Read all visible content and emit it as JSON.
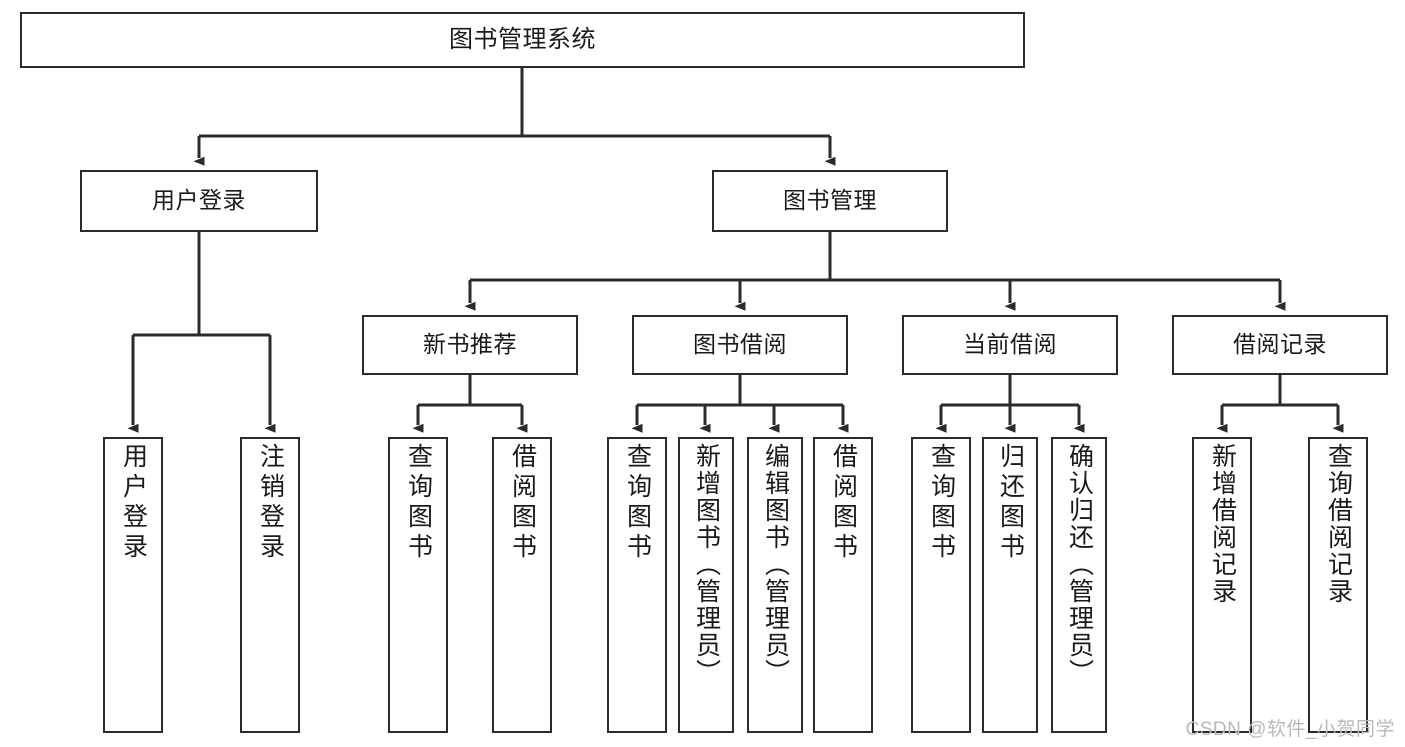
{
  "diagram": {
    "title": "图书管理系统",
    "type": "tree-hierarchy-diagram",
    "line_color": "#2b2b2b",
    "box_fill": "#ffffff",
    "text_color": "#1a1a1a"
  },
  "root": {
    "label": "图书管理系统"
  },
  "level1": [
    {
      "label": "用户登录"
    },
    {
      "label": "图书管理"
    }
  ],
  "level2": [
    {
      "label": "新书推荐"
    },
    {
      "label": "图书借阅"
    },
    {
      "label": "当前借阅"
    },
    {
      "label": "借阅记录"
    }
  ],
  "leaves": {
    "user_login": [
      {
        "label": "用户登录"
      },
      {
        "label": "注销登录"
      }
    ],
    "new_book_recommend": [
      {
        "label": "查询图书"
      },
      {
        "label": "借阅图书"
      }
    ],
    "book_borrow": [
      {
        "label": "查询图书"
      },
      {
        "label": "新增图书（管理员）"
      },
      {
        "label": "编辑图书（管理员）"
      },
      {
        "label": "借阅图书"
      }
    ],
    "current_borrow": [
      {
        "label": "查询图书"
      },
      {
        "label": "归还图书"
      },
      {
        "label": "确认归还（管理员）"
      }
    ],
    "borrow_records": [
      {
        "label": "新增借阅记录"
      },
      {
        "label": "查询借阅记录"
      }
    ]
  },
  "watermark": {
    "text": "CSDN @软件_小贺同学"
  }
}
